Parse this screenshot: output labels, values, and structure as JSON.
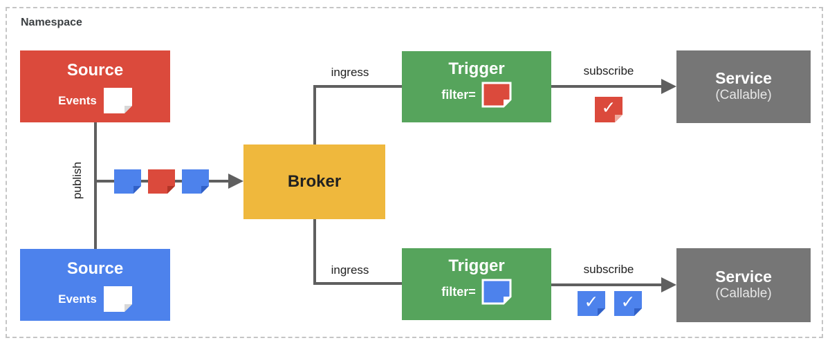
{
  "namespace": {
    "label": "Namespace"
  },
  "nodes": {
    "source_top": {
      "title": "Source",
      "events_label": "Events"
    },
    "source_bottom": {
      "title": "Source",
      "events_label": "Events"
    },
    "broker": {
      "title": "Broker"
    },
    "trigger_top": {
      "title": "Trigger",
      "filter_label": "filter="
    },
    "trigger_bottom": {
      "title": "Trigger",
      "filter_label": "filter="
    },
    "service_top": {
      "title": "Service",
      "subtitle": "(Callable)"
    },
    "service_bottom": {
      "title": "Service",
      "subtitle": "(Callable)"
    }
  },
  "edges": {
    "publish": {
      "label": "publish"
    },
    "ingress_top": {
      "label": "ingress"
    },
    "ingress_bottom": {
      "label": "ingress"
    },
    "subscribe_top": {
      "label": "subscribe"
    },
    "subscribe_bottom": {
      "label": "subscribe"
    }
  },
  "icons": {
    "checkmark": "✓"
  },
  "colors": {
    "red": "#DB4A3C",
    "red-dark": "#B23527",
    "red-light": "#EFA99E",
    "blue": "#4D82EC",
    "blue-dark": "#3160C6",
    "green": "#56A45C",
    "yellow": "#EFB83D",
    "gray": "#767676",
    "line": "#5F5F5F",
    "frame-border": "#C5C5C5",
    "text-dark": "#212121",
    "namespace-text": "#3C4043"
  }
}
